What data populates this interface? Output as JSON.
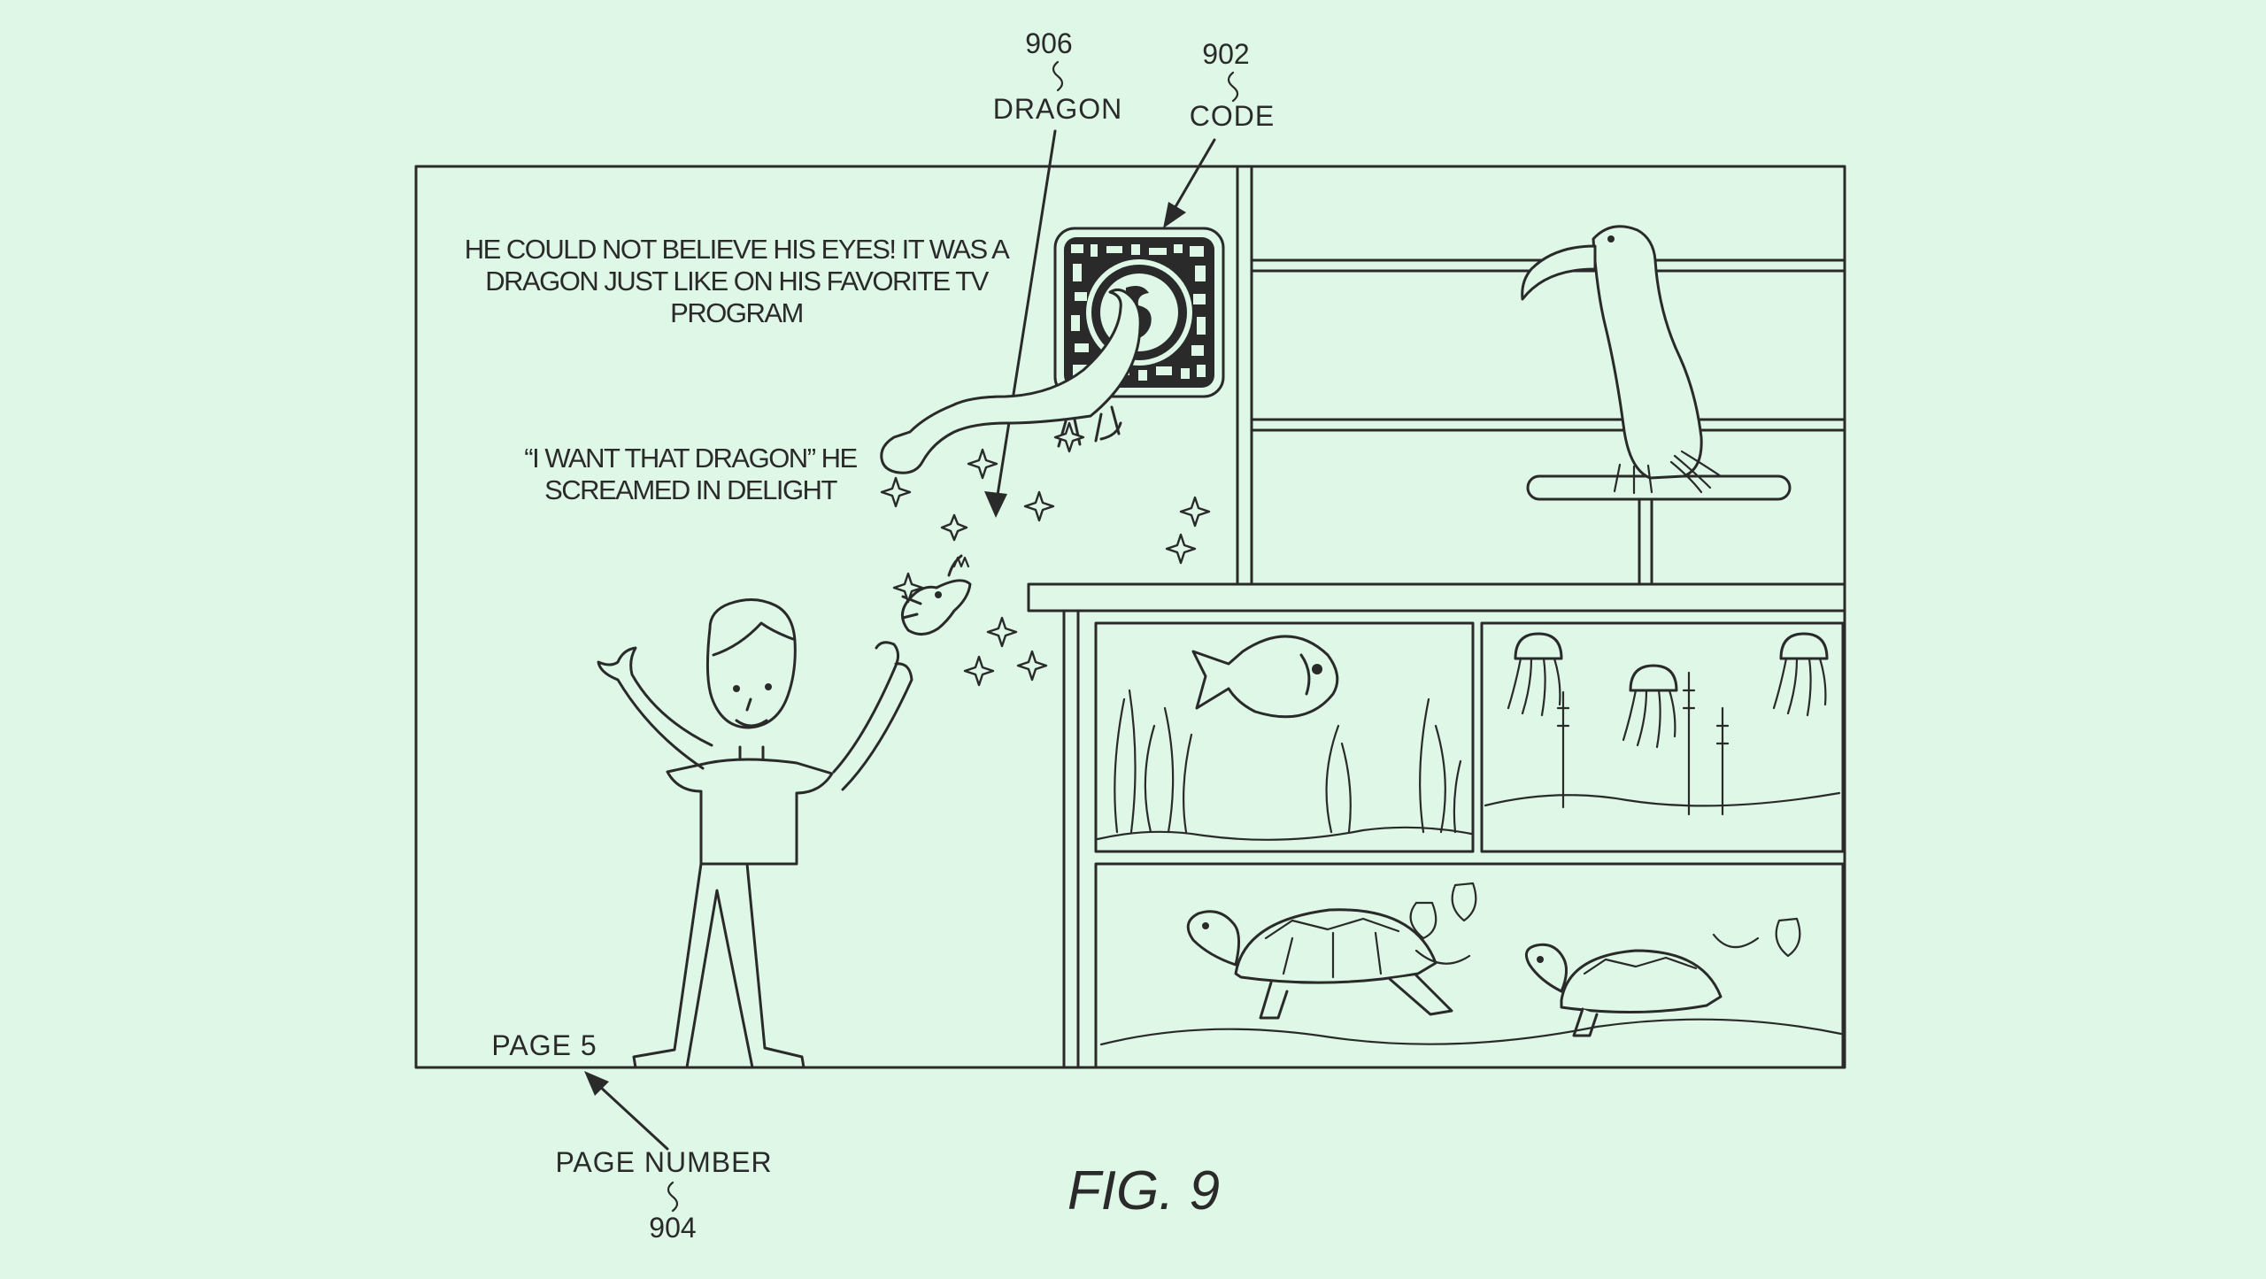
{
  "callouts": {
    "dragon": {
      "ref": "906",
      "label": "DRAGON"
    },
    "code": {
      "ref": "902",
      "label": "CODE"
    },
    "page_number": {
      "ref": "904",
      "label": "PAGE NUMBER"
    }
  },
  "page": {
    "story_text": [
      "HE COULD NOT BELIEVE HIS EYES!  IT WAS A",
      "DRAGON JUST LIKE ON HIS FAVORITE TV",
      "PROGRAM"
    ],
    "quote_text": [
      "“I WANT THAT DRAGON” HE",
      "SCREAMED IN DELIGHT"
    ],
    "page_label": "PAGE 5"
  },
  "figure": {
    "caption": "FIG. 9"
  },
  "colors": {
    "background": "#def7e6",
    "ink": "#2a2a2a"
  },
  "icons": [
    "code-icon",
    "dragon-icon",
    "toucan-icon",
    "fish-icon",
    "jellyfish-icon",
    "turtle-icon",
    "sparkle-icon"
  ]
}
